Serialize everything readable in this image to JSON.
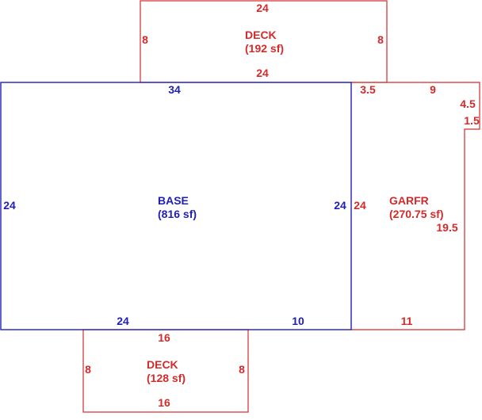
{
  "colors": {
    "base": "#1f1fb4",
    "addition": "#d42a2a",
    "background": "#ffffff"
  },
  "areas": {
    "deck_top": {
      "name": "DECK",
      "area": "(192 sf)"
    },
    "base": {
      "name": "BASE",
      "area": "(816 sf)"
    },
    "garfr": {
      "name": "GARFR",
      "area": "(270.75 sf)"
    },
    "deck_bottom": {
      "name": "DECK",
      "area": "(128 sf)"
    }
  },
  "dims": {
    "deck_top": {
      "top": "24",
      "bottom": "24",
      "left": "8",
      "right": "8"
    },
    "base": {
      "top": "34",
      "left": "24",
      "right": "24",
      "bottom_left": "24",
      "bottom_right": "10"
    },
    "garfr": {
      "left": "24",
      "top_left": "3.5",
      "top_right": "9",
      "notch_vertical": "4.5",
      "notch_horizontal": "1.5",
      "right": "19.5",
      "bottom": "11"
    },
    "deck_bottom": {
      "top": "16",
      "bottom": "16",
      "left": "8",
      "right": "8"
    }
  }
}
